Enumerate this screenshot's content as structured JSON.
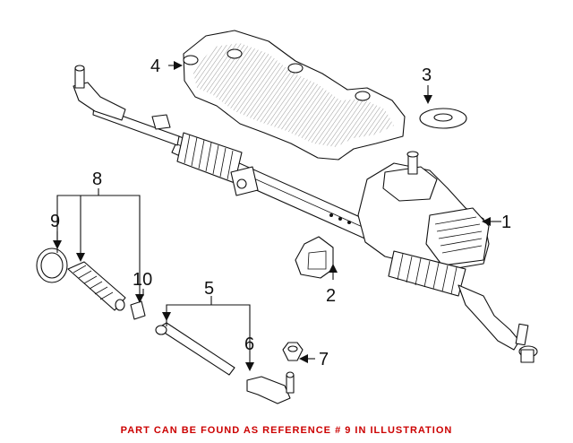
{
  "callouts": [
    "1",
    "2",
    "3",
    "4",
    "5",
    "6",
    "7",
    "8",
    "9",
    "10"
  ],
  "caption": "PART CAN BE FOUND AS REFERENCE # 9 IN ILLUSTRATION",
  "caption_color": "#cc0000",
  "line_color": "#111111"
}
